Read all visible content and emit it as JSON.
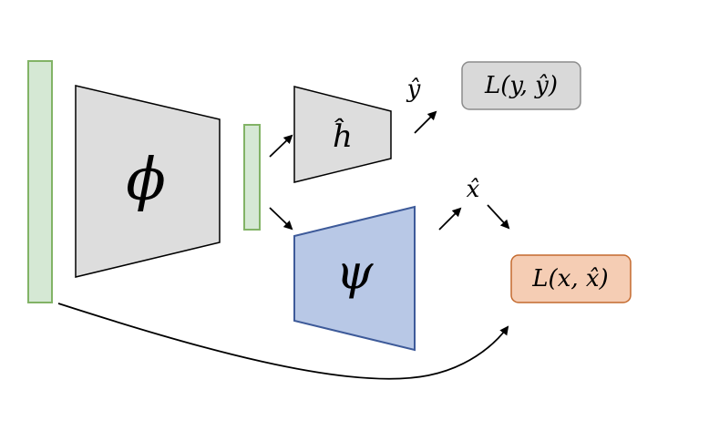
{
  "symbols": {
    "encoder": "ϕ",
    "head": "ĥ",
    "decoder": "ψ",
    "y_hat": "ŷ",
    "x_hat": "x̂"
  },
  "losses": {
    "supervised": "L(y, ŷ)",
    "reconstruction": "L(x, x̂)"
  },
  "colors": {
    "input_fill": "#d5e8d4",
    "input_stroke": "#82b366",
    "encoder_fill": "#dddddd",
    "decoder_fill": "#b8c8e6",
    "decoder_stroke": "#3d5a99",
    "loss_y_fill": "#d9d9d9",
    "loss_y_stroke": "#8c8c8c",
    "loss_x_fill": "#f5cdb4",
    "loss_x_stroke": "#c46a2e",
    "arrow": "#000000"
  }
}
